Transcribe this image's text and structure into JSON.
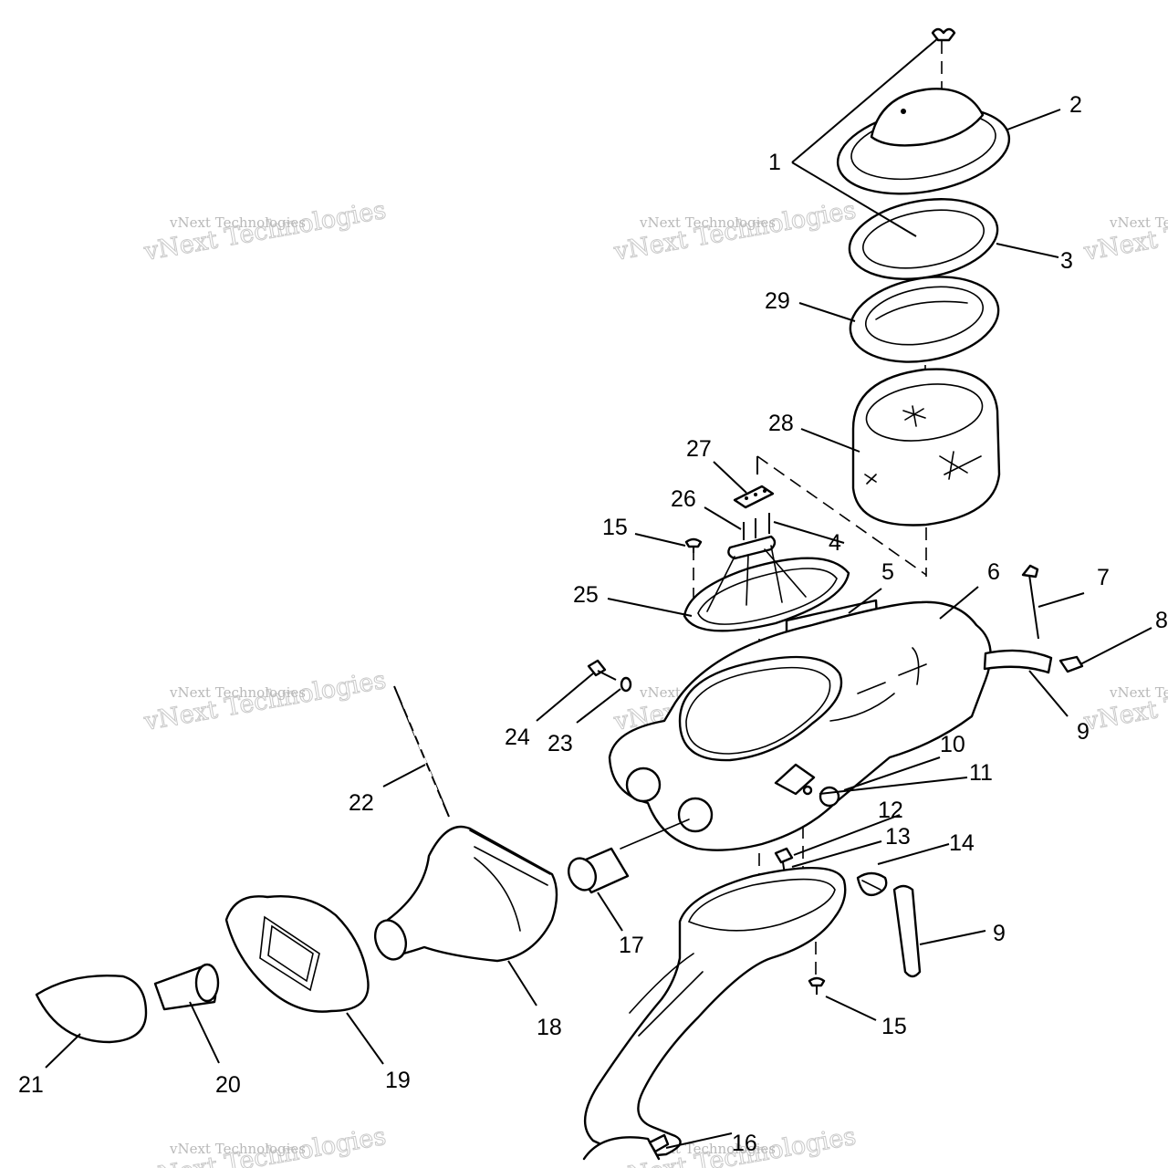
{
  "labels": {
    "l1": "1",
    "l2": "2",
    "l3": "3",
    "l4": "4",
    "l5": "5",
    "l6": "6",
    "l7": "7",
    "l8": "8",
    "l9a": "9",
    "l9b": "9",
    "l10": "10",
    "l11": "11",
    "l12": "12",
    "l13": "13",
    "l14": "14",
    "l15a": "15",
    "l15b": "15",
    "l16": "16",
    "l17": "17",
    "l18": "18",
    "l19": "19",
    "l20": "20",
    "l21": "21",
    "l22": "22",
    "l23": "23",
    "l24": "24",
    "l25": "25",
    "l26": "26",
    "l27": "27",
    "l28": "28",
    "l29": "29"
  },
  "watermark": {
    "line1": "vNext Technologies",
    "line2": "vNext Technologies"
  }
}
